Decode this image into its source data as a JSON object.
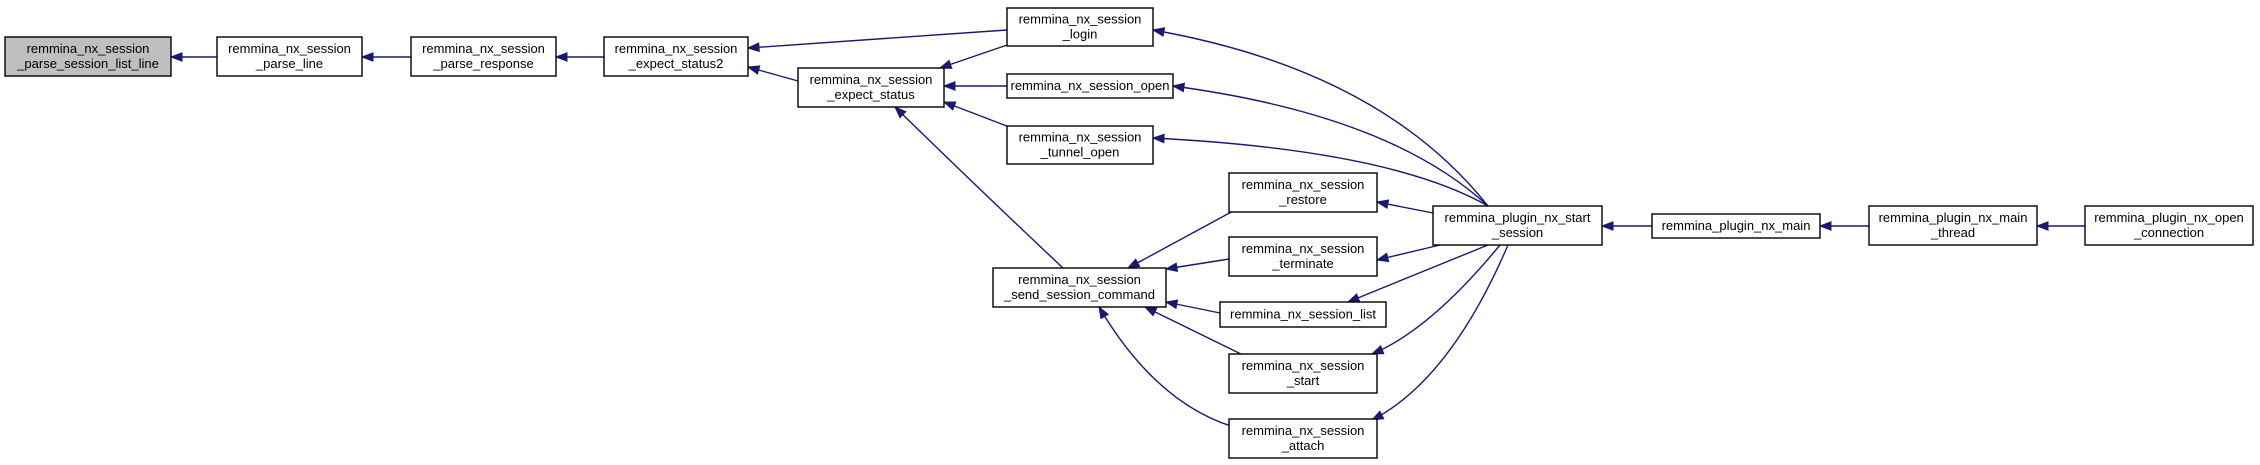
{
  "graph": {
    "colors": {
      "edge": "#191970",
      "focus_fill": "#bfbfbf",
      "node_fill": "#ffffff",
      "border": "#000000"
    },
    "nodes": [
      {
        "id": "parse_session_list_line",
        "lines": [
          "remmina_nx_session",
          "_parse_session_list_line"
        ],
        "focus": true
      },
      {
        "id": "parse_line",
        "lines": [
          "remmina_nx_session",
          "_parse_line"
        ]
      },
      {
        "id": "parse_response",
        "lines": [
          "remmina_nx_session",
          "_parse_response"
        ]
      },
      {
        "id": "expect_status2",
        "lines": [
          "remmina_nx_session",
          "_expect_status2"
        ]
      },
      {
        "id": "expect_status",
        "lines": [
          "remmina_nx_session",
          "_expect_status"
        ]
      },
      {
        "id": "login",
        "lines": [
          "remmina_nx_session",
          "_login"
        ]
      },
      {
        "id": "open",
        "lines": [
          "remmina_nx_session_open"
        ]
      },
      {
        "id": "tunnel_open",
        "lines": [
          "remmina_nx_session",
          "_tunnel_open"
        ]
      },
      {
        "id": "send_session_command",
        "lines": [
          "remmina_nx_session",
          "_send_session_command"
        ]
      },
      {
        "id": "restore",
        "lines": [
          "remmina_nx_session",
          "_restore"
        ]
      },
      {
        "id": "terminate",
        "lines": [
          "remmina_nx_session",
          "_terminate"
        ]
      },
      {
        "id": "list",
        "lines": [
          "remmina_nx_session_list"
        ]
      },
      {
        "id": "start",
        "lines": [
          "remmina_nx_session",
          "_start"
        ]
      },
      {
        "id": "attach",
        "lines": [
          "remmina_nx_session",
          "_attach"
        ]
      },
      {
        "id": "start_session",
        "lines": [
          "remmina_plugin_nx_start",
          "_session"
        ]
      },
      {
        "id": "nx_main",
        "lines": [
          "remmina_plugin_nx_main"
        ]
      },
      {
        "id": "main_thread",
        "lines": [
          "remmina_plugin_nx_main",
          "_thread"
        ]
      },
      {
        "id": "open_connection",
        "lines": [
          "remmina_plugin_nx_open",
          "_connection"
        ]
      }
    ],
    "edges": [
      {
        "from": "parse_line",
        "to": "parse_session_list_line"
      },
      {
        "from": "parse_response",
        "to": "parse_line"
      },
      {
        "from": "expect_status2",
        "to": "parse_response"
      },
      {
        "from": "expect_status",
        "to": "expect_status2"
      },
      {
        "from": "login",
        "to": "expect_status2"
      },
      {
        "from": "login",
        "to": "expect_status"
      },
      {
        "from": "open",
        "to": "expect_status"
      },
      {
        "from": "tunnel_open",
        "to": "expect_status"
      },
      {
        "from": "send_session_command",
        "to": "expect_status"
      },
      {
        "from": "restore",
        "to": "send_session_command"
      },
      {
        "from": "terminate",
        "to": "send_session_command"
      },
      {
        "from": "list",
        "to": "send_session_command"
      },
      {
        "from": "start",
        "to": "send_session_command"
      },
      {
        "from": "attach",
        "to": "send_session_command"
      },
      {
        "from": "start_session",
        "to": "login"
      },
      {
        "from": "start_session",
        "to": "open"
      },
      {
        "from": "start_session",
        "to": "tunnel_open"
      },
      {
        "from": "start_session",
        "to": "restore"
      },
      {
        "from": "start_session",
        "to": "terminate"
      },
      {
        "from": "start_session",
        "to": "list"
      },
      {
        "from": "start_session",
        "to": "start"
      },
      {
        "from": "start_session",
        "to": "attach"
      },
      {
        "from": "nx_main",
        "to": "start_session"
      },
      {
        "from": "main_thread",
        "to": "nx_main"
      },
      {
        "from": "open_connection",
        "to": "main_thread"
      }
    ]
  }
}
